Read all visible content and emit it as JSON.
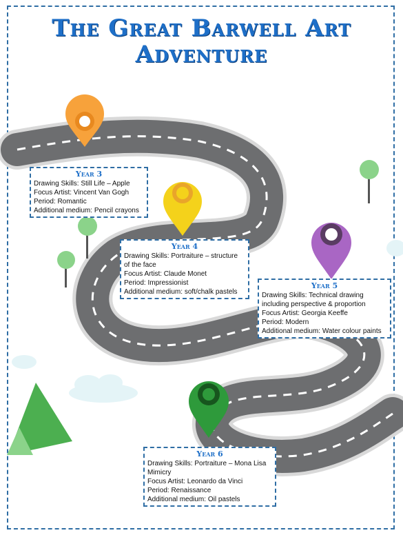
{
  "title_line1": "The Great Barwell Art",
  "title_line2": "Adventure",
  "colors": {
    "title_blue": "#1e6fc8",
    "road": "#6d6e70",
    "pin_orange": "#f7a23b",
    "pin_yellow": "#f4d21b",
    "pin_purple": "#a966c4",
    "pin_green": "#2e9a3b",
    "tree_green": "#8bd38a"
  },
  "icons": [
    "map-pin-icon",
    "tree-icon",
    "mountain-icon",
    "cloud-icon"
  ],
  "years": [
    {
      "heading": "Year 3",
      "lines": [
        "Drawing Skills: Still Life – Apple",
        "Focus Artist: Vincent Van Gogh",
        "Period: Romantic",
        "Additional medium: Pencil crayons"
      ]
    },
    {
      "heading": "Year 4",
      "lines": [
        "Drawing Skills: Portraiture – structure of the face",
        "Focus Artist: Claude Monet",
        "Period: Impressionist",
        "Additional medium: soft/chalk pastels"
      ]
    },
    {
      "heading": "Year 5",
      "lines": [
        "Drawing Skills: Technical drawing including perspective & proportion",
        "Focus Artist: Georgia Keeffe",
        "Period: Modern",
        "Additional medium: Water colour paints"
      ]
    },
    {
      "heading": "Year 6",
      "lines": [
        "Drawing Skills: Portraiture – Mona Lisa Mimicry",
        "Focus Artist: Leonardo da Vinci",
        "Period: Renaissance",
        "Additional medium: Oil pastels"
      ]
    }
  ]
}
